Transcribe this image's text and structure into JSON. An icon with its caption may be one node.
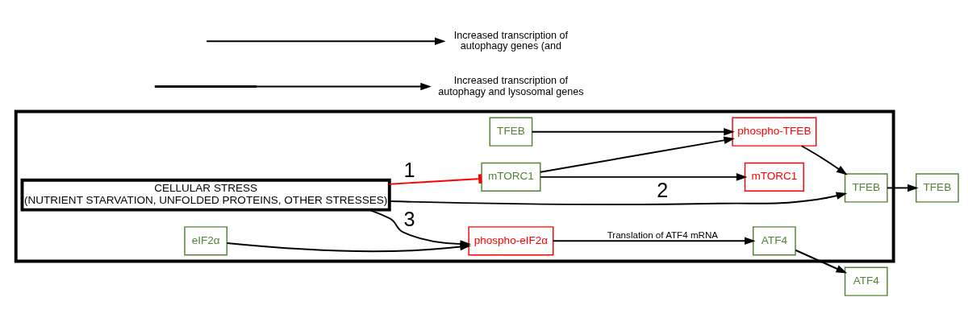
{
  "diagram": {
    "nodes": [
      {
        "text": [],
        "shape": "box"
      },
      {
        "text": [
          "mTORC1"
        ],
        "in": 0
      },
      {
        "text": [
          "mTORC1"
        ],
        "in": 0
      },
      {
        "text": [
          "TFEB"
        ],
        "in": 0
      },
      {
        "text": [
          "phospho-TFEB"
        ],
        "in": 0
      },
      {
        "text": [
          "TFEB"
        ],
        "in": 0
      },
      {
        "text": [
          "CELLULAR STRESS (NUTRIENT STARVATION, UNFOLDED PROTEINS, OTHER STRESSES)"
        ],
        "in": 0
      },
      {
        "text": [
          "eIF2α"
        ],
        "in": 0
      },
      {
        "text": [
          "phospho-eIF2α"
        ],
        "in": 0
      },
      {
        "text": [
          "ATF4"
        ],
        "in": 0
      },
      {
        "text": [
          "TFEB"
        ]
      },
      {
        "text": [],
        "shape": "bar"
      },
      {
        "text": [
          "Increased transcription of autophagy and lysosomal genes"
        ]
      },
      {
        "text": [
          "ATF4"
        ]
      },
      {
        "text": [
          "Increased transcription of autophagy genes (and"
        ]
      }
    ],
    "edges": [
      {
        "from": 1,
        "to": 2,
        "arrow": "to"
      },
      {
        "from": 1,
        "to": 4,
        "arrow": "to"
      },
      {
        "from": 3,
        "to": 4,
        "arrow": "to"
      },
      {
        "from": 4,
        "to": 5,
        "arrow": "to"
      },
      {
        "from": 6,
        "to": 1,
        "arrow": "other",
        "label": "1",
        "color": "#ff0000"
      },
      {
        "from": 6,
        "to": 5,
        "arrow": "to",
        "label": "2"
      },
      {
        "from": 5,
        "to": 10,
        "arrow": "to"
      },
      {
        "from": 11,
        "to": 12,
        "arrow": "to"
      },
      {
        "from": 6,
        "to": 8,
        "arrow": "to",
        "label": "3"
      },
      {
        "from": 7,
        "to": 8,
        "arrow": "to"
      },
      {
        "from": 8,
        "to": 9,
        "arrow": "to",
        "label": "Translation of ATF4 mRNA"
      },
      {
        "from": 9,
        "to": 13,
        "arrow": "to"
      },
      {
        "from": null,
        "to": 14,
        "arrow": "to"
      }
    ]
  }
}
